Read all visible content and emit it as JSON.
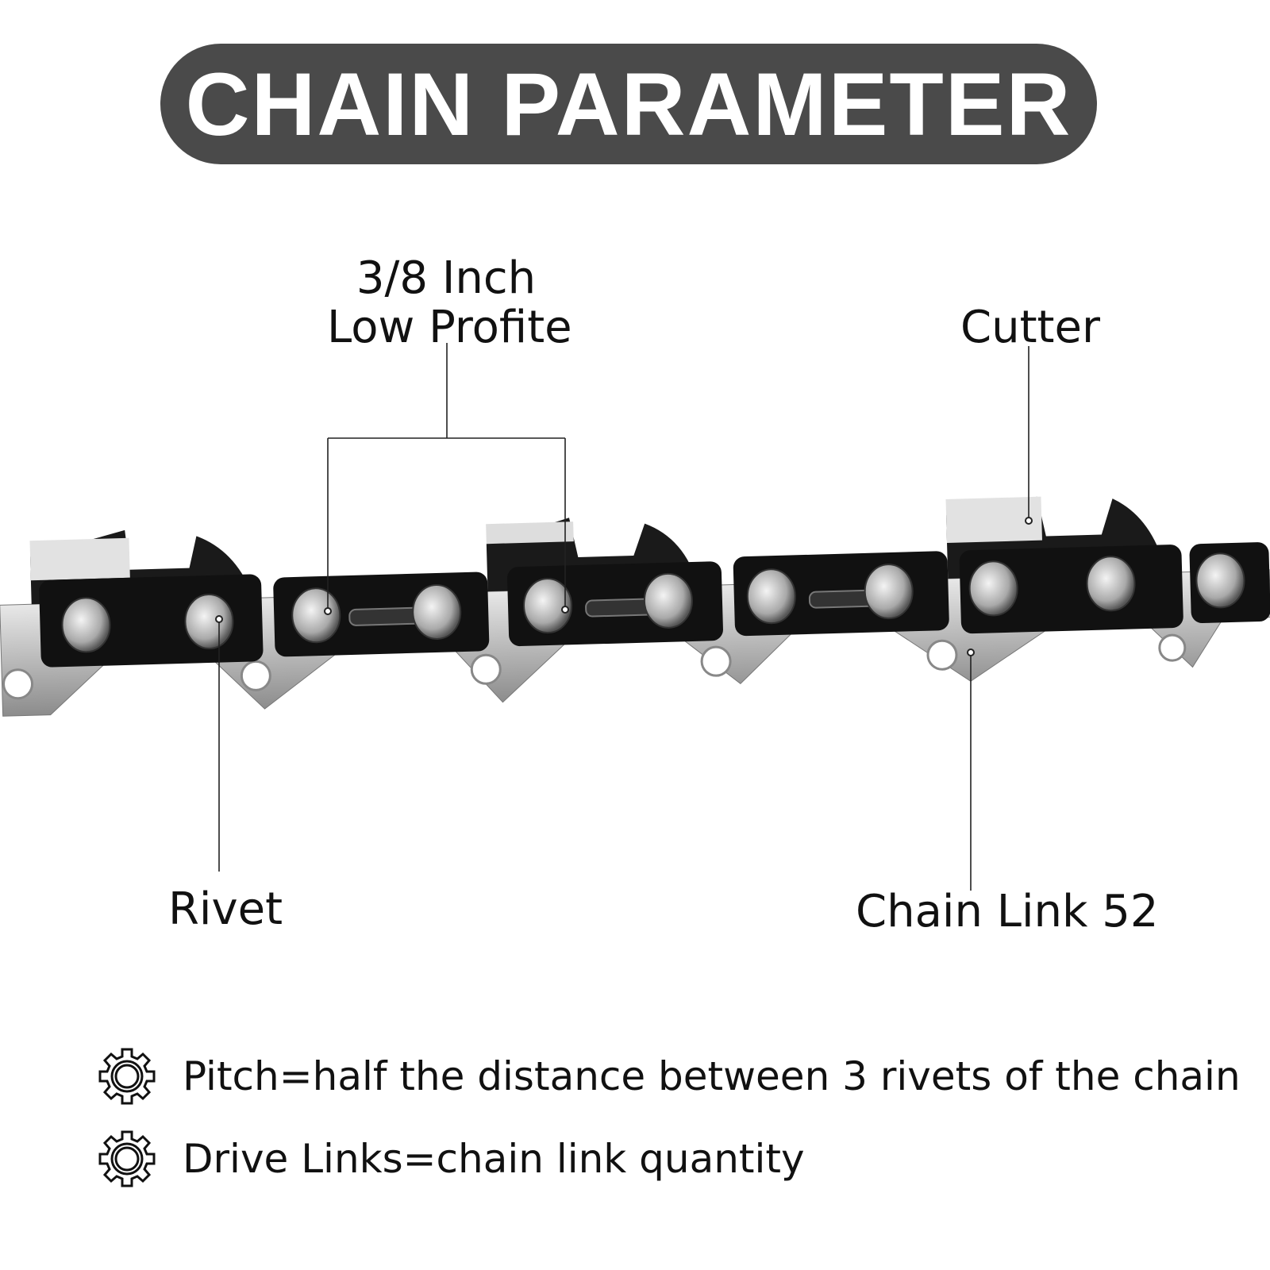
{
  "title": "CHAIN PARAMETER",
  "labels": {
    "pitch_line1": "3/8 Inch",
    "pitch_line2": "Low Profite",
    "cutter": "Cutter",
    "rivet": "Rivet",
    "chain_link": "Chain Link 52"
  },
  "notes": [
    {
      "icon": "gear-icon",
      "text": "Pitch=half the distance between 3 rivets of the chain"
    },
    {
      "icon": "gear-icon",
      "text": "Drive Links=chain link quantity"
    }
  ],
  "colors": {
    "title_bg": "#4a4a4a",
    "title_text": "#ffffff"
  }
}
